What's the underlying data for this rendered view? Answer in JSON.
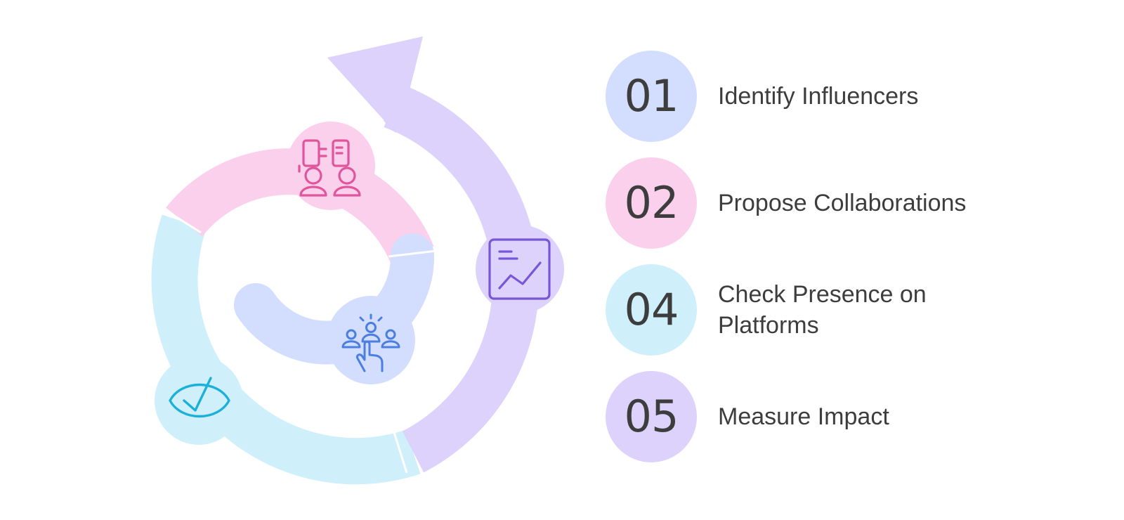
{
  "colors": {
    "blue": "#d3ddfd",
    "pink": "#fbd0ec",
    "cyan": "#cfeffb",
    "purple": "#dcd2fb",
    "pink_icon": "#e0559c",
    "blue_icon": "#4a7ee0",
    "cyan_icon": "#1cb0d8",
    "purple_icon": "#7856d8",
    "text": "#3d3d3d"
  },
  "diagram": {
    "segments": [
      {
        "name": "blue-segment",
        "icon": "audience-select-icon"
      },
      {
        "name": "pink-segment",
        "icon": "plug-connection-icon"
      },
      {
        "name": "cyan-segment",
        "icon": "eye-check-icon"
      },
      {
        "name": "purple-segment",
        "icon": "growth-chart-icon"
      }
    ]
  },
  "steps": [
    {
      "number": "01",
      "label": "Identify Influencers"
    },
    {
      "number": "02",
      "label": "Propose Collaborations"
    },
    {
      "number": "04",
      "label": "Check Presence on Platforms"
    },
    {
      "number": "05",
      "label": "Measure Impact"
    }
  ]
}
